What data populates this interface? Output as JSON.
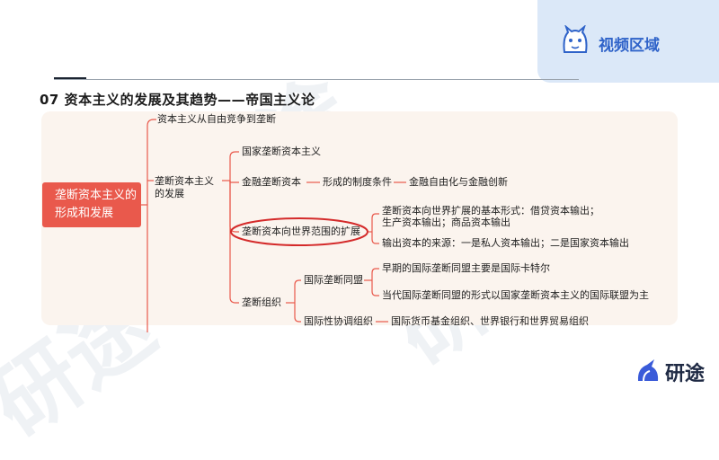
{
  "header": {
    "title": "07  资本主义的发展及其趋势——帝国主义论",
    "video_region_label": "视频区域"
  },
  "brand": {
    "logo_text": "研途"
  },
  "mindmap": {
    "root": "垄断资本主义的形成和发展",
    "branch_1": "资本主义从自由竞争到垄断",
    "branch_2": {
      "label": "垄断资本主义的发展"
    },
    "state_monopoly": "国家垄断资本主义",
    "finance_monopoly": "金融垄断资本",
    "institutional_conditions": "形成的制度条件",
    "financial_liberalization": "金融自由化与金融创新",
    "expansion": "垄断资本向世界范围的扩展",
    "expansion_forms_line1": "垄断资本向世界扩展的基本形式：借贷资本输出；",
    "expansion_forms_line2": "生产资本输出；商品资本输出",
    "capital_export_sources": "输出资本的来源：一是私人资本输出；二是国家资本输出",
    "monopoly_org": "垄断组织",
    "intl_alliance": "国际垄断同盟",
    "early_alliance": "早期的国际垄断同盟主要是国际卡特尔",
    "contemporary_alliance": "当代国际垄断同盟的形式以国家垄断资本主义的国际联盟为主",
    "coord_org": "国际性协调组织",
    "coord_examples": "国际货币基金组织、世界银行和世界贸易组织"
  },
  "colors": {
    "accent_red": "#e9594c",
    "panel_bg": "#fbf4ee",
    "video_panel_bg": "#dbe8f8",
    "video_label": "#2f63c9",
    "highlight_circle": "#d42a2a"
  }
}
